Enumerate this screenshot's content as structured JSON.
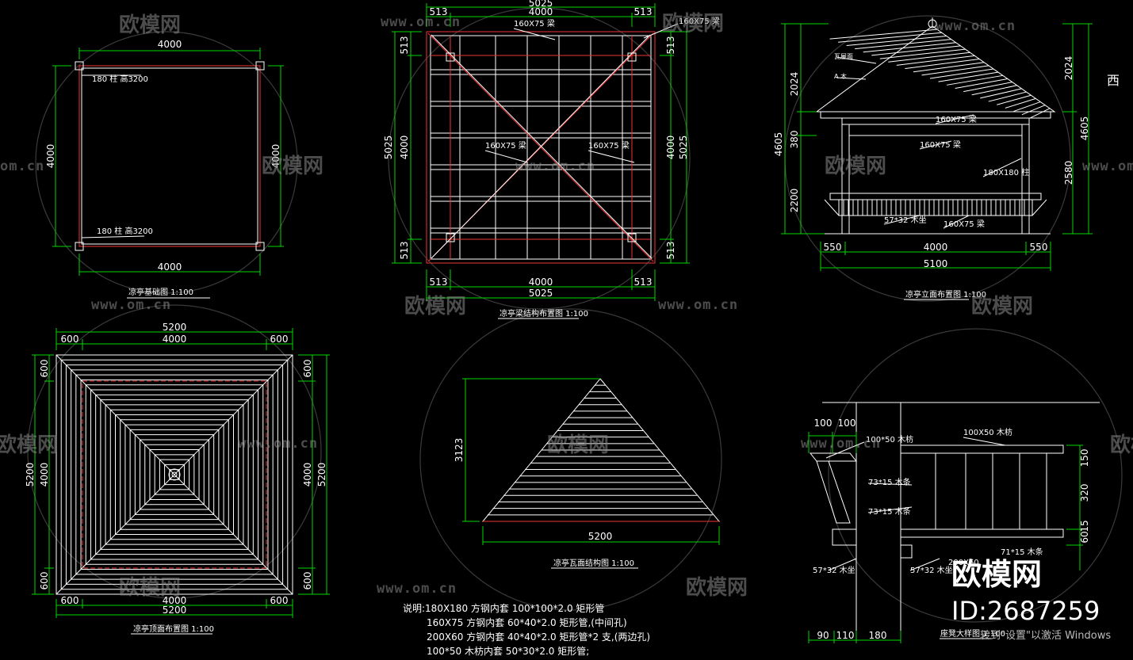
{
  "plan_foundation": {
    "dim_top": "4000",
    "dim_bottom": "4000",
    "dim_left": "4000",
    "dim_right": "4000",
    "post_note_top": "180 柱 高3200",
    "post_note_bottom": "180 柱 高3200",
    "title": "凉亭基础图  1:100"
  },
  "plan_beam": {
    "dim_top_total": "5025",
    "dim_top_a": "513",
    "dim_top_b": "4000",
    "dim_top_c": "513",
    "dim_bot_a": "513",
    "dim_bot_b": "4000",
    "dim_bot_c": "513",
    "dim_bot_total": "5025",
    "dim_left_a": "513",
    "dim_left_b": "4000",
    "dim_left_c": "513",
    "dim_left_total": "5025",
    "dim_right_a": "513",
    "dim_right_b": "4000",
    "dim_right_c": "513",
    "dim_right_total": "5025",
    "note_top": "160X75 梁",
    "note_corner": "160X75 梁",
    "note_left": "160X75 梁",
    "note_right": "160X75 梁",
    "title": "凉亭梁结构布置图  1:100"
  },
  "elevation": {
    "dim_left_a": "2024",
    "dim_left_b": "380",
    "dim_left_c": "2200",
    "dim_left_total": "4605",
    "dim_right_a": "2024",
    "dim_right_b": "2580",
    "dim_right_total": "4605",
    "dim_bot_a": "550",
    "dim_bot_b": "4000",
    "dim_bot_c": "550",
    "dim_bot_total": "5100",
    "note_roof1": "瓦屋面",
    "note_roof2": "A 木",
    "note_beam1": "160X75 梁",
    "note_beam2": "160X75 梁",
    "note_post": "180X180 柱",
    "note_bench": "57*32 木坐",
    "note_bench2": "160X75 梁",
    "side_char": "西",
    "title": "凉亭立面布置图  1:100"
  },
  "plan_roof": {
    "dim_top_total": "5200",
    "dim_top_a": "600",
    "dim_top_b": "4000",
    "dim_top_c": "600",
    "dim_bot_a": "600",
    "dim_bot_b": "4000",
    "dim_bot_c": "600",
    "dim_bot_total": "5200",
    "dim_left_a": "600",
    "dim_left_b": "4000",
    "dim_left_c": "600",
    "dim_left_total": "5200",
    "dim_right_a": "600",
    "dim_right_b": "4000",
    "dim_right_c": "600",
    "dim_right_total": "5200",
    "title": "凉亭顶面布置图  1:100"
  },
  "roof_section": {
    "dim_height": "3123",
    "dim_width": "5200",
    "title": "凉亭瓦面结构图  1:100"
  },
  "detail": {
    "dim_top_a": "100",
    "dim_top_b": "100",
    "dim_bot_a": "90",
    "dim_bot_b": "110",
    "dim_bot_c": "180",
    "dim_right_a": "150",
    "dim_right_b": "320",
    "dim_right_c": "60",
    "dim_right_d": "15",
    "note_a": "100*50 木枋",
    "note_b": "100X50 木枋",
    "note_c": "73*15 木条",
    "note_d": "73*15 木条",
    "note_e": "71*15 木条",
    "note_f": "57*32 木坐",
    "note_g": "57*32 木坐",
    "note_h": "200X60",
    "title": "座凳大样图  1:100"
  },
  "notes": {
    "line1": "说明:180X180 方钢内套 100*100*2.0 矩形管",
    "line2": "160X75 方钢内套 60*40*2.0 矩形管,(中间孔)",
    "line3": "200X60 方钢内套 40*40*2.0 矩形管*2 支,(两边孔)",
    "line4": "100*50 木枋内套 50*30*2.0 矩形管;"
  },
  "watermark": {
    "brand": "欧模网",
    "url": "www.om.cn",
    "url_short": "om.cn",
    "big_brand": "欧模网",
    "id": "ID:2687259",
    "activate": "转到\"设置\"以激活 Windows"
  }
}
